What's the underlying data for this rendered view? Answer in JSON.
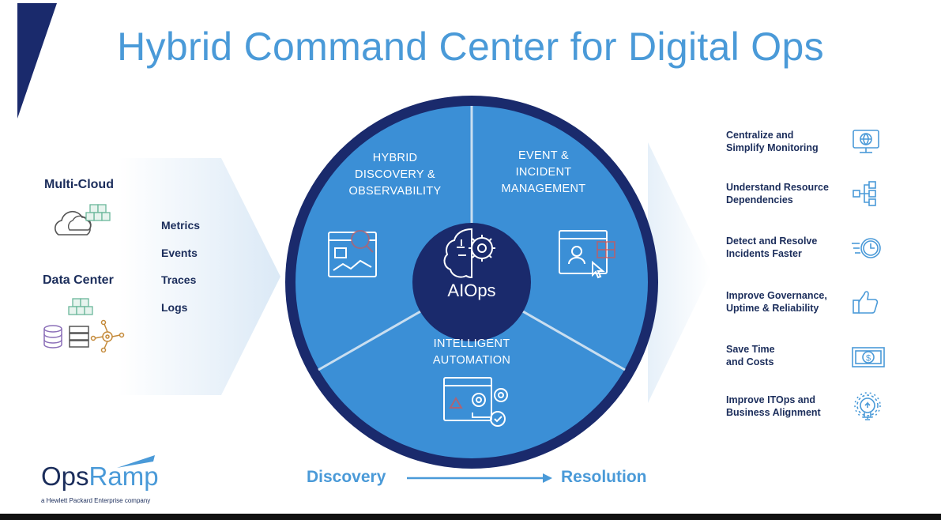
{
  "title": "Hybrid Command Center for Digital Ops",
  "sources": {
    "multi_cloud": "Multi-Cloud",
    "data_center": "Data Center"
  },
  "signals": [
    "Metrics",
    "Events",
    "Traces",
    "Logs"
  ],
  "wheel": {
    "center": "AIOps",
    "segments": [
      {
        "lines": [
          "HYBRID",
          "DISCOVERY &",
          "OBSERVABILITY"
        ]
      },
      {
        "lines": [
          "EVENT &",
          "INCIDENT",
          "MANAGEMENT"
        ]
      },
      {
        "lines": [
          "INTELLIGENT",
          "AUTOMATION"
        ]
      }
    ]
  },
  "benefits": [
    {
      "lines": [
        "Centralize and",
        "Simplify Monitoring"
      ],
      "icon": "monitor-globe-icon"
    },
    {
      "lines": [
        "Understand Resource",
        "Dependencies"
      ],
      "icon": "dependency-tree-icon"
    },
    {
      "lines": [
        "Detect and Resolve",
        "Incidents Faster"
      ],
      "icon": "fast-clock-icon"
    },
    {
      "lines": [
        "Improve Governance,",
        "Uptime & Reliability"
      ],
      "icon": "thumbs-up-icon"
    },
    {
      "lines": [
        "Save Time",
        "and Costs"
      ],
      "icon": "dollar-bill-icon"
    },
    {
      "lines": [
        "Improve ITOps and",
        "Business Alignment"
      ],
      "icon": "lightbulb-icon"
    }
  ],
  "flow": {
    "from": "Discovery",
    "to": "Resolution"
  },
  "logo": {
    "ops": "Ops",
    "ramp": "Ramp",
    "tagline": "a Hewlett Packard Enterprise company"
  },
  "colors": {
    "title": "#4a9ad8",
    "navy": "#1b2d5b",
    "ring": "#1a2a6c",
    "segment": "#3b8fd6",
    "center": "#1a2a6c"
  }
}
